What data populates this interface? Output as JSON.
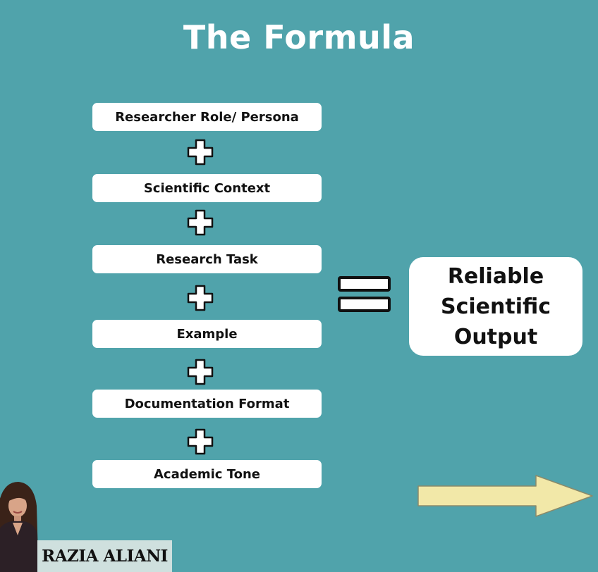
{
  "title": "The Formula",
  "components": [
    "Researcher Role/ Persona",
    "Scientific Context",
    "Research Task",
    "Example",
    "Documentation Format",
    "Academic Tone"
  ],
  "result": "Reliable Scientific Output",
  "author": "RAZIA ALIANI",
  "colors": {
    "background": "#50A3AB",
    "box": "#FFFFFF",
    "arrow_fill": "#F2E8A8"
  },
  "icons": {
    "operator": "plus-icon",
    "equals": "equals-icon",
    "next": "arrow-right-icon"
  }
}
